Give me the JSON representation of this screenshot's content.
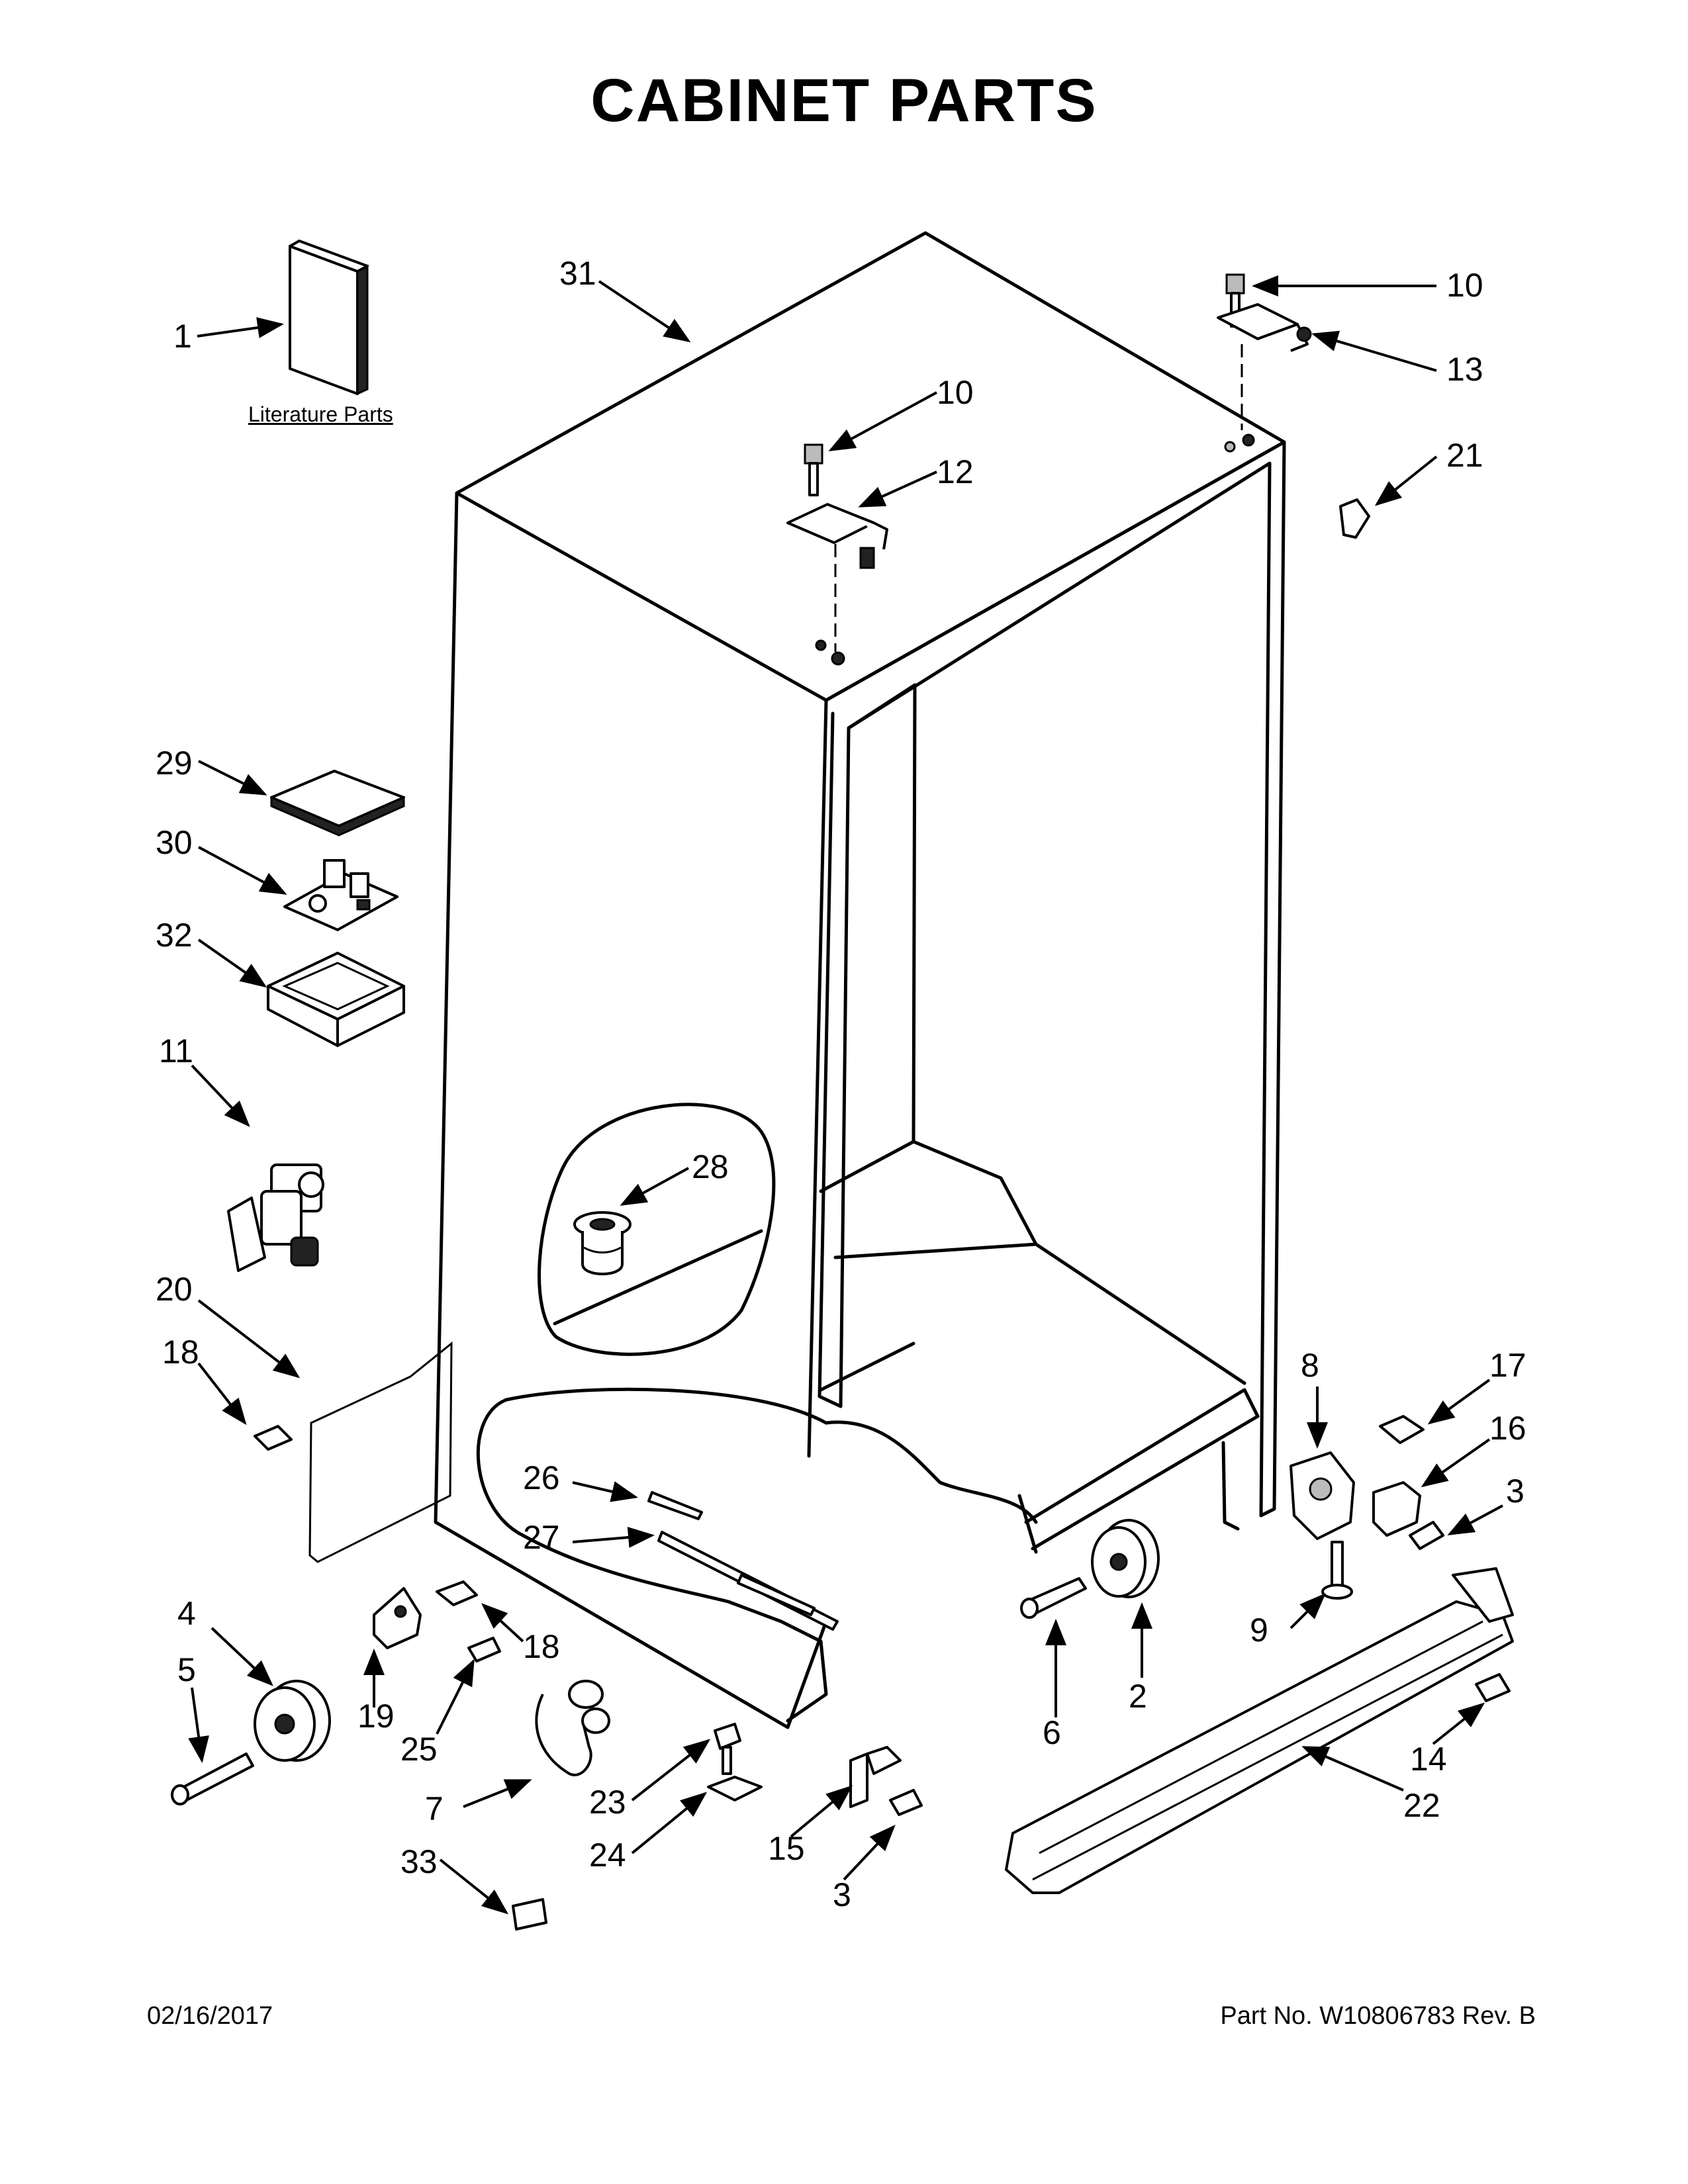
{
  "title": "CABINET PARTS",
  "literature_label": "Literature Parts",
  "footer": {
    "date": "02/16/2017",
    "part_number": "Part No.  W10806783  Rev.  B"
  },
  "callouts": [
    "1",
    "31",
    "10",
    "13",
    "10",
    "12",
    "21",
    "29",
    "30",
    "32",
    "11",
    "28",
    "20",
    "18",
    "26",
    "27",
    "8",
    "17",
    "16",
    "3",
    "9",
    "4",
    "5",
    "19",
    "18",
    "25",
    "7",
    "33",
    "23",
    "24",
    "15",
    "3",
    "6",
    "2",
    "14",
    "22"
  ]
}
